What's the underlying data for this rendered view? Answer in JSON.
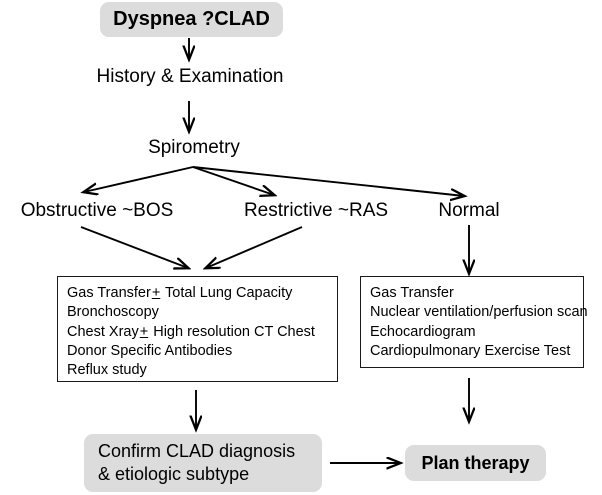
{
  "diagram": {
    "title_node": {
      "label": "Dyspnea ?CLAD"
    },
    "steps": {
      "history": "History & Examination",
      "spirometry": "Spirometry"
    },
    "branches": {
      "obstructive": "Obstructive ~BOS",
      "restrictive": "Restrictive ~RAS",
      "normal": "Normal"
    },
    "left_box": {
      "lines": [
        {
          "pre": "Gas Transfer",
          "pm": "+",
          "post": " Total Lung Capacity"
        },
        {
          "pre": "Bronchoscopy",
          "pm": "",
          "post": ""
        },
        {
          "pre": "Chest Xray",
          "pm": "+",
          "post": " High resolution CT Chest"
        },
        {
          "pre": "Donor Specific Antibodies",
          "pm": "",
          "post": ""
        },
        {
          "pre": "Reflux study",
          "pm": "",
          "post": ""
        }
      ]
    },
    "right_box": {
      "lines": [
        {
          "pre": "Gas Transfer",
          "pm": "",
          "post": ""
        },
        {
          "pre": "Nuclear ventilation/perfusion scan",
          "pm": "",
          "post": ""
        },
        {
          "pre": "Echocardiogram",
          "pm": "",
          "post": ""
        },
        {
          "pre": "Cardiopulmonary Exercise Test",
          "pm": "",
          "post": ""
        }
      ]
    },
    "outcome": {
      "confirm_line1": "Confirm CLAD diagnosis",
      "confirm_line2": "& etiologic subtype",
      "plan_therapy": "Plan therapy"
    },
    "colors": {
      "pill_fill": "#dcdcdc",
      "stroke": "#000000",
      "box_border": "#1a1a1a",
      "text": "#000000"
    }
  }
}
